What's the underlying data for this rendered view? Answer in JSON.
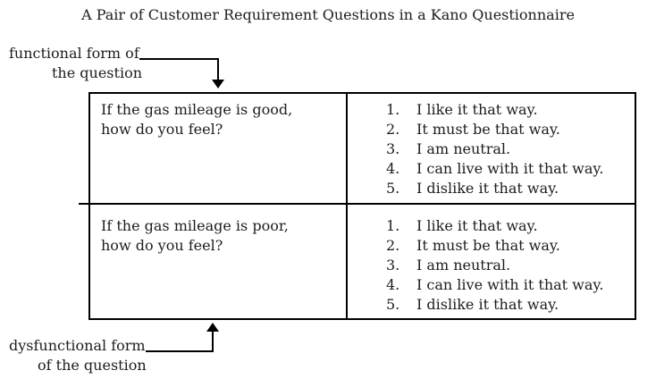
{
  "title": "A Pair of Customer Requirement Questions in a Kano Questionnaire",
  "annotations": {
    "functional": {
      "line1": "functional form of",
      "line2": "the question"
    },
    "dysfunctional": {
      "line1": "dysfunctional form",
      "line2": "of the question"
    }
  },
  "table": {
    "rows": [
      {
        "question_line1": "If the gas mileage is good,",
        "question_line2": "how do you feel?",
        "options": [
          {
            "num": "1.",
            "text": "I like it that way."
          },
          {
            "num": "2.",
            "text": "It must be that way."
          },
          {
            "num": "3.",
            "text": "I am neutral."
          },
          {
            "num": "4.",
            "text": "I can live with it that way."
          },
          {
            "num": "5.",
            "text": "I dislike it that way."
          }
        ]
      },
      {
        "question_line1": "If the gas mileage is poor,",
        "question_line2": "how do you feel?",
        "options": [
          {
            "num": "1.",
            "text": "I like it that way."
          },
          {
            "num": "2.",
            "text": "It must be that way."
          },
          {
            "num": "3.",
            "text": "I am neutral."
          },
          {
            "num": "4.",
            "text": "I can live with it that way."
          },
          {
            "num": "5.",
            "text": "I dislike it that way."
          }
        ]
      }
    ]
  },
  "colors": {
    "text": "#1c1c22",
    "border": "#000000",
    "background": "#ffffff"
  }
}
